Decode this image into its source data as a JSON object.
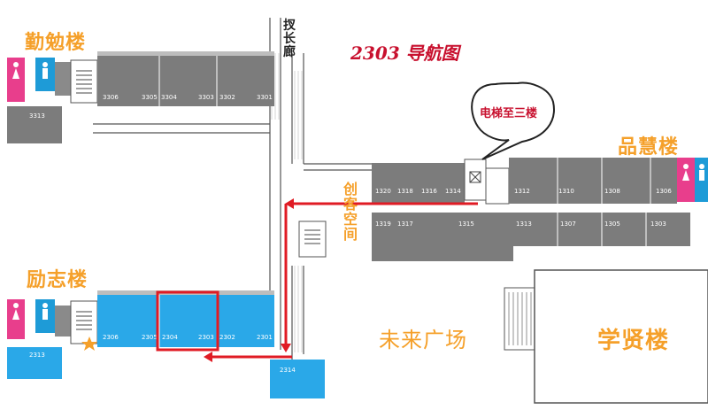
{
  "title": "2303 导航图",
  "buildings": {
    "qinmian": "勤勉楼",
    "lizhi": "励志楼",
    "pinhui": "品慧楼",
    "xuexian": "学贤楼"
  },
  "plaza": "未来广场",
  "corridor_long": "扠长廊",
  "corridor_innovation": "创客空间",
  "elevator_note": "电梯至三楼",
  "rooms": {
    "qinmian": [
      "3306",
      "3305",
      "3304",
      "3303",
      "3302",
      "3301",
      "3313"
    ],
    "lizhi": [
      "2306",
      "2305",
      "2304",
      "2303",
      "2302",
      "2301",
      "2313",
      "2314"
    ],
    "pinhui_top": [
      "1320",
      "1318",
      "1316",
      "1314",
      "1312",
      "1310",
      "1308",
      "1306"
    ],
    "pinhui_bottom": [
      "1319",
      "1317",
      "1315",
      "1313",
      "1307",
      "1305",
      "1303"
    ]
  },
  "colors": {
    "accent_orange": "#f5a02a",
    "route_red": "#e01b24",
    "room_gray": "#7c7c7c",
    "room_blue": "#2aa8e8",
    "restroom_pink": "#e83e8c",
    "restroom_blue": "#1e9bd7"
  },
  "icons": [
    "restroom-female-icon",
    "restroom-male-icon",
    "star-icon",
    "elevator-icon",
    "stairs-icon"
  ]
}
